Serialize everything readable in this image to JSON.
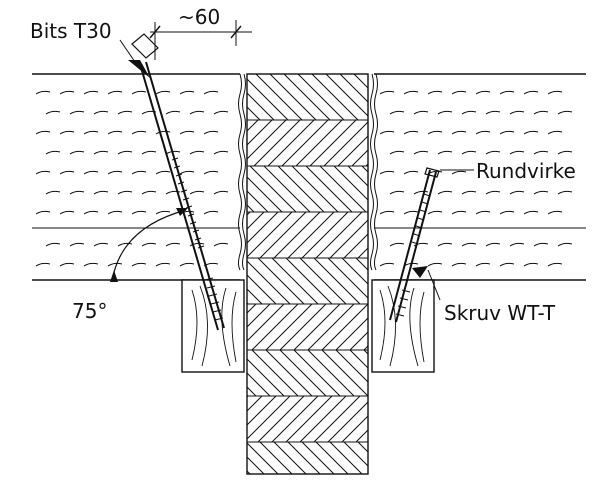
{
  "labels": {
    "bits": "Bits T30",
    "dimension": "~60",
    "rundvirke": "Rundvirke",
    "angle": "75°",
    "screw": "Skruv WT-T"
  },
  "colors": {
    "ink": "#111111",
    "background": "#ffffff"
  }
}
